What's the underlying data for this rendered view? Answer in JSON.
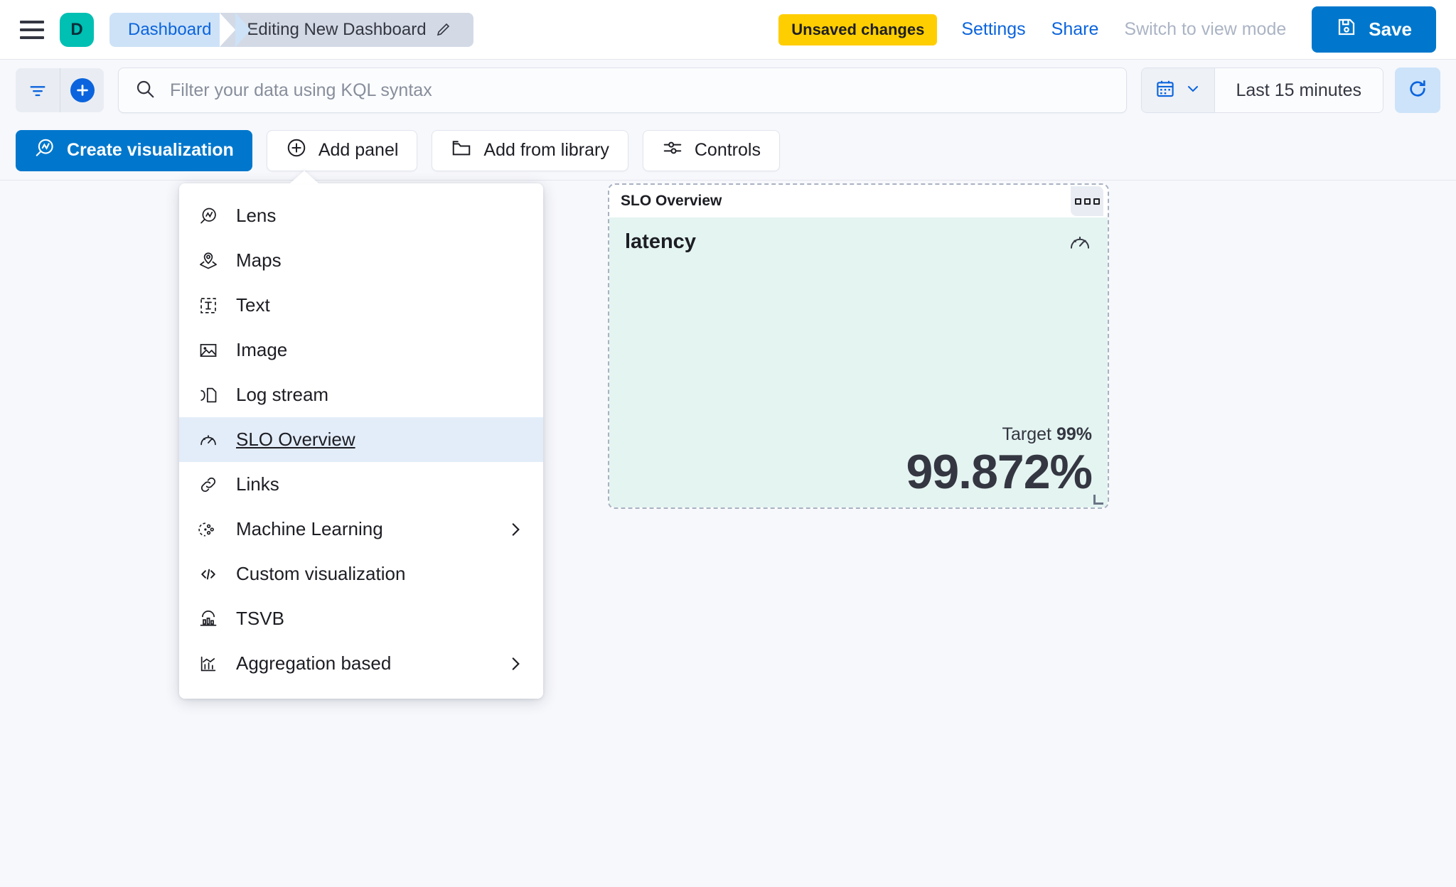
{
  "header": {
    "menu_icon": "hamburger-icon",
    "space_initial": "D",
    "breadcrumbs": [
      {
        "label": "Dashboard",
        "icon": ""
      },
      {
        "label": "Editing New Dashboard",
        "icon": "pencil-icon"
      }
    ],
    "unsaved_badge": "Unsaved changes",
    "links": [
      {
        "label": "Settings",
        "disabled": false
      },
      {
        "label": "Share",
        "disabled": false
      },
      {
        "label": "Switch to view mode",
        "disabled": true
      }
    ],
    "save_label": "Save",
    "save_icon": "save-disk-icon"
  },
  "query_bar": {
    "filter_icon": "filter-icon",
    "add_filter_icon": "plus-circle-icon",
    "search_placeholder": "Filter your data using KQL syntax",
    "search_value": "",
    "search_icon": "search-icon",
    "calendar_icon": "calendar-icon",
    "calendar_chevron": "chevron-down-icon",
    "time_range": "Last 15 minutes",
    "refresh_icon": "refresh-icon"
  },
  "toolbar": {
    "buttons": [
      {
        "label": "Create visualization",
        "icon": "lens-icon",
        "style": "primary"
      },
      {
        "label": "Add panel",
        "icon": "plus-in-circle-icon",
        "style": "ghost"
      },
      {
        "label": "Add from library",
        "icon": "folder-icon",
        "style": "ghost"
      },
      {
        "label": "Controls",
        "icon": "controls-sliders-icon",
        "style": "ghost"
      }
    ]
  },
  "add_panel_menu": {
    "items": [
      {
        "label": "Lens",
        "icon": "lens-icon",
        "selected": false,
        "has_submenu": false
      },
      {
        "label": "Maps",
        "icon": "map-marker-icon",
        "selected": false,
        "has_submenu": false
      },
      {
        "label": "Text",
        "icon": "text-box-icon",
        "selected": false,
        "has_submenu": false
      },
      {
        "label": "Image",
        "icon": "image-icon",
        "selected": false,
        "has_submenu": false
      },
      {
        "label": "Log stream",
        "icon": "log-stream-icon",
        "selected": false,
        "has_submenu": false
      },
      {
        "label": "SLO Overview",
        "icon": "gauge-icon",
        "selected": true,
        "has_submenu": false
      },
      {
        "label": "Links",
        "icon": "link-icon",
        "selected": false,
        "has_submenu": false
      },
      {
        "label": "Machine Learning",
        "icon": "machine-learning-icon",
        "selected": false,
        "has_submenu": true
      },
      {
        "label": "Custom visualization",
        "icon": "code-icon",
        "selected": false,
        "has_submenu": false
      },
      {
        "label": "TSVB",
        "icon": "tsvb-chart-icon",
        "selected": false,
        "has_submenu": false
      },
      {
        "label": "Aggregation based",
        "icon": "aggregation-chart-icon",
        "selected": false,
        "has_submenu": true
      }
    ]
  },
  "slo_panel": {
    "title": "SLO Overview",
    "context_menu_icon": "panel-context-menu-icon",
    "slo_name": "latency",
    "gauge_icon": "gauge-icon",
    "target_label": "Target",
    "target_value": "99%",
    "sli_value": "99.872%",
    "body_color": "#E4F4F1",
    "resize_handle": "resize-handle-icon"
  }
}
